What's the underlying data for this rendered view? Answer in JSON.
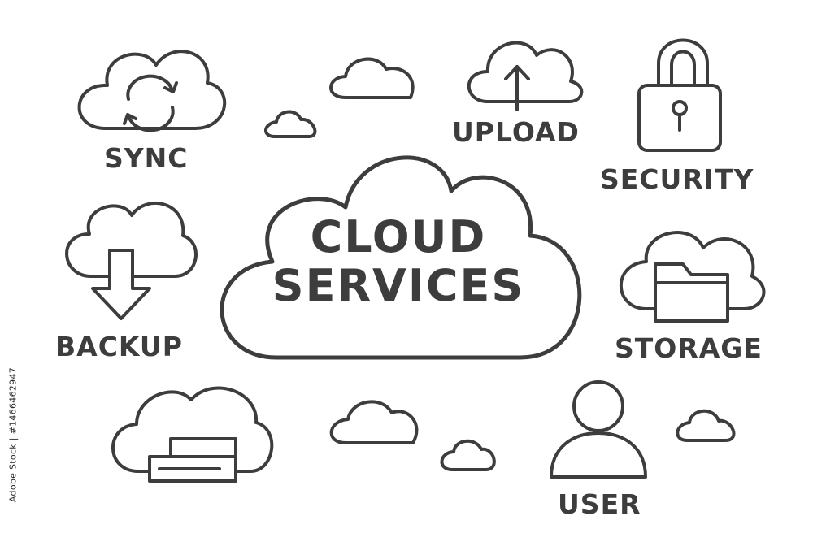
{
  "title": {
    "line1": "CLOUD",
    "line2": "SERVICES"
  },
  "features": {
    "sync": "SYNC",
    "upload": "UPLOAD",
    "security": "SECURITY",
    "backup": "BACKUP",
    "storage": "STORAGE",
    "user": "USER"
  },
  "icons": [
    "sync-cloud-icon",
    "upload-cloud-icon",
    "padlock-icon",
    "backup-cloud-icon",
    "storage-cloud-icon",
    "server-cloud-icon",
    "user-icon",
    "decorative-cloud-icon"
  ],
  "watermark": "Adobe Stock | #1466462947",
  "colors": {
    "stroke": "#3d3d3d",
    "background": "#ffffff"
  }
}
